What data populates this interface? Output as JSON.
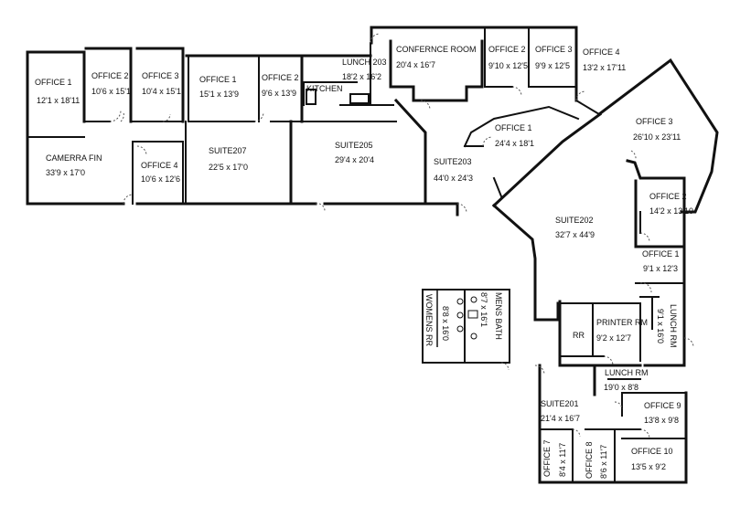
{
  "rooms": [
    {
      "id": "office1-left",
      "name": "OFFICE 1",
      "dims": "12'1 x 18'11"
    },
    {
      "id": "office2-left",
      "name": "OFFICE 2",
      "dims": "10'6 x 15'1"
    },
    {
      "id": "office3-left",
      "name": "OFFICE 3",
      "dims": "10'4 x 15'1"
    },
    {
      "id": "office1-suite207",
      "name": "OFFICE 1",
      "dims": "15'1 x 13'9"
    },
    {
      "id": "office2-suite207",
      "name": "OFFICE 2",
      "dims": "9'6 x 13'9"
    },
    {
      "id": "camera-fin",
      "name": "CAMERRA FIN",
      "dims": "33'9 x 17'0"
    },
    {
      "id": "office4-left",
      "name": "OFFICE 4",
      "dims": "10'6 x 12'6"
    },
    {
      "id": "suite207",
      "name": "SUITE207",
      "dims": "22'5 x 17'0"
    },
    {
      "id": "suite205",
      "name": "SUITE205",
      "dims": "29'4 x 20'4"
    },
    {
      "id": "lunch203",
      "name": "LUNCH 203",
      "dims": "18'2 x 16'2"
    },
    {
      "id": "kitchen",
      "name": "KITCHEN",
      "dims": ""
    },
    {
      "id": "conference",
      "name": "CONFERNCE ROOM",
      "dims": "20'4 x 16'7"
    },
    {
      "id": "office2-top",
      "name": "OFFICE 2",
      "dims": "9'10 x 12'5"
    },
    {
      "id": "office3-top",
      "name": "OFFICE 3",
      "dims": "9'9 x 12'5"
    },
    {
      "id": "office4-top",
      "name": "OFFICE 4",
      "dims": "13'2 x 17'11"
    },
    {
      "id": "suite203",
      "name": "SUITE203",
      "dims": "44'0 x 24'3"
    },
    {
      "id": "office1-202",
      "name": "OFFICE 1",
      "dims": "24'4 x 18'1"
    },
    {
      "id": "office3-202",
      "name": "OFFICE 3",
      "dims": "26'10 x 23'11"
    },
    {
      "id": "office2-202",
      "name": "OFFICE 2",
      "dims": "14'2 x 13'10"
    },
    {
      "id": "suite202",
      "name": "SUITE202",
      "dims": "32'7 x 44'9"
    },
    {
      "id": "office1-right",
      "name": "OFFICE 1",
      "dims": "9'1 x 12'3"
    },
    {
      "id": "lunch-rm-vert",
      "name": "LUNCH RM",
      "dims": "9'1 x 16'0"
    },
    {
      "id": "printer-rm",
      "name": "PRINTER RM",
      "dims": "9'2 x 12'7"
    },
    {
      "id": "rr",
      "name": "RR",
      "dims": ""
    },
    {
      "id": "womens-rr",
      "name": "WOMENS RR",
      "dims": "8'8 x 16'0"
    },
    {
      "id": "mens-bath",
      "name": "MENS BATH",
      "dims": "8'7 x 16'1"
    },
    {
      "id": "lunch-rm",
      "name": "LUNCH RM",
      "dims": "19'0 x 8'8"
    },
    {
      "id": "suite201",
      "name": "SUITE201",
      "dims": "21'4 x 16'7"
    },
    {
      "id": "office9",
      "name": "OFFICE 9",
      "dims": "13'8 x 9'8"
    },
    {
      "id": "office10",
      "name": "OFFICE 10",
      "dims": "13'5 x 9'2"
    },
    {
      "id": "office7",
      "name": "OFFICE 7",
      "dims": "8'4 x 11'7"
    },
    {
      "id": "office8",
      "name": "OFFICE 8",
      "dims": "8'6 x 11'7"
    }
  ]
}
